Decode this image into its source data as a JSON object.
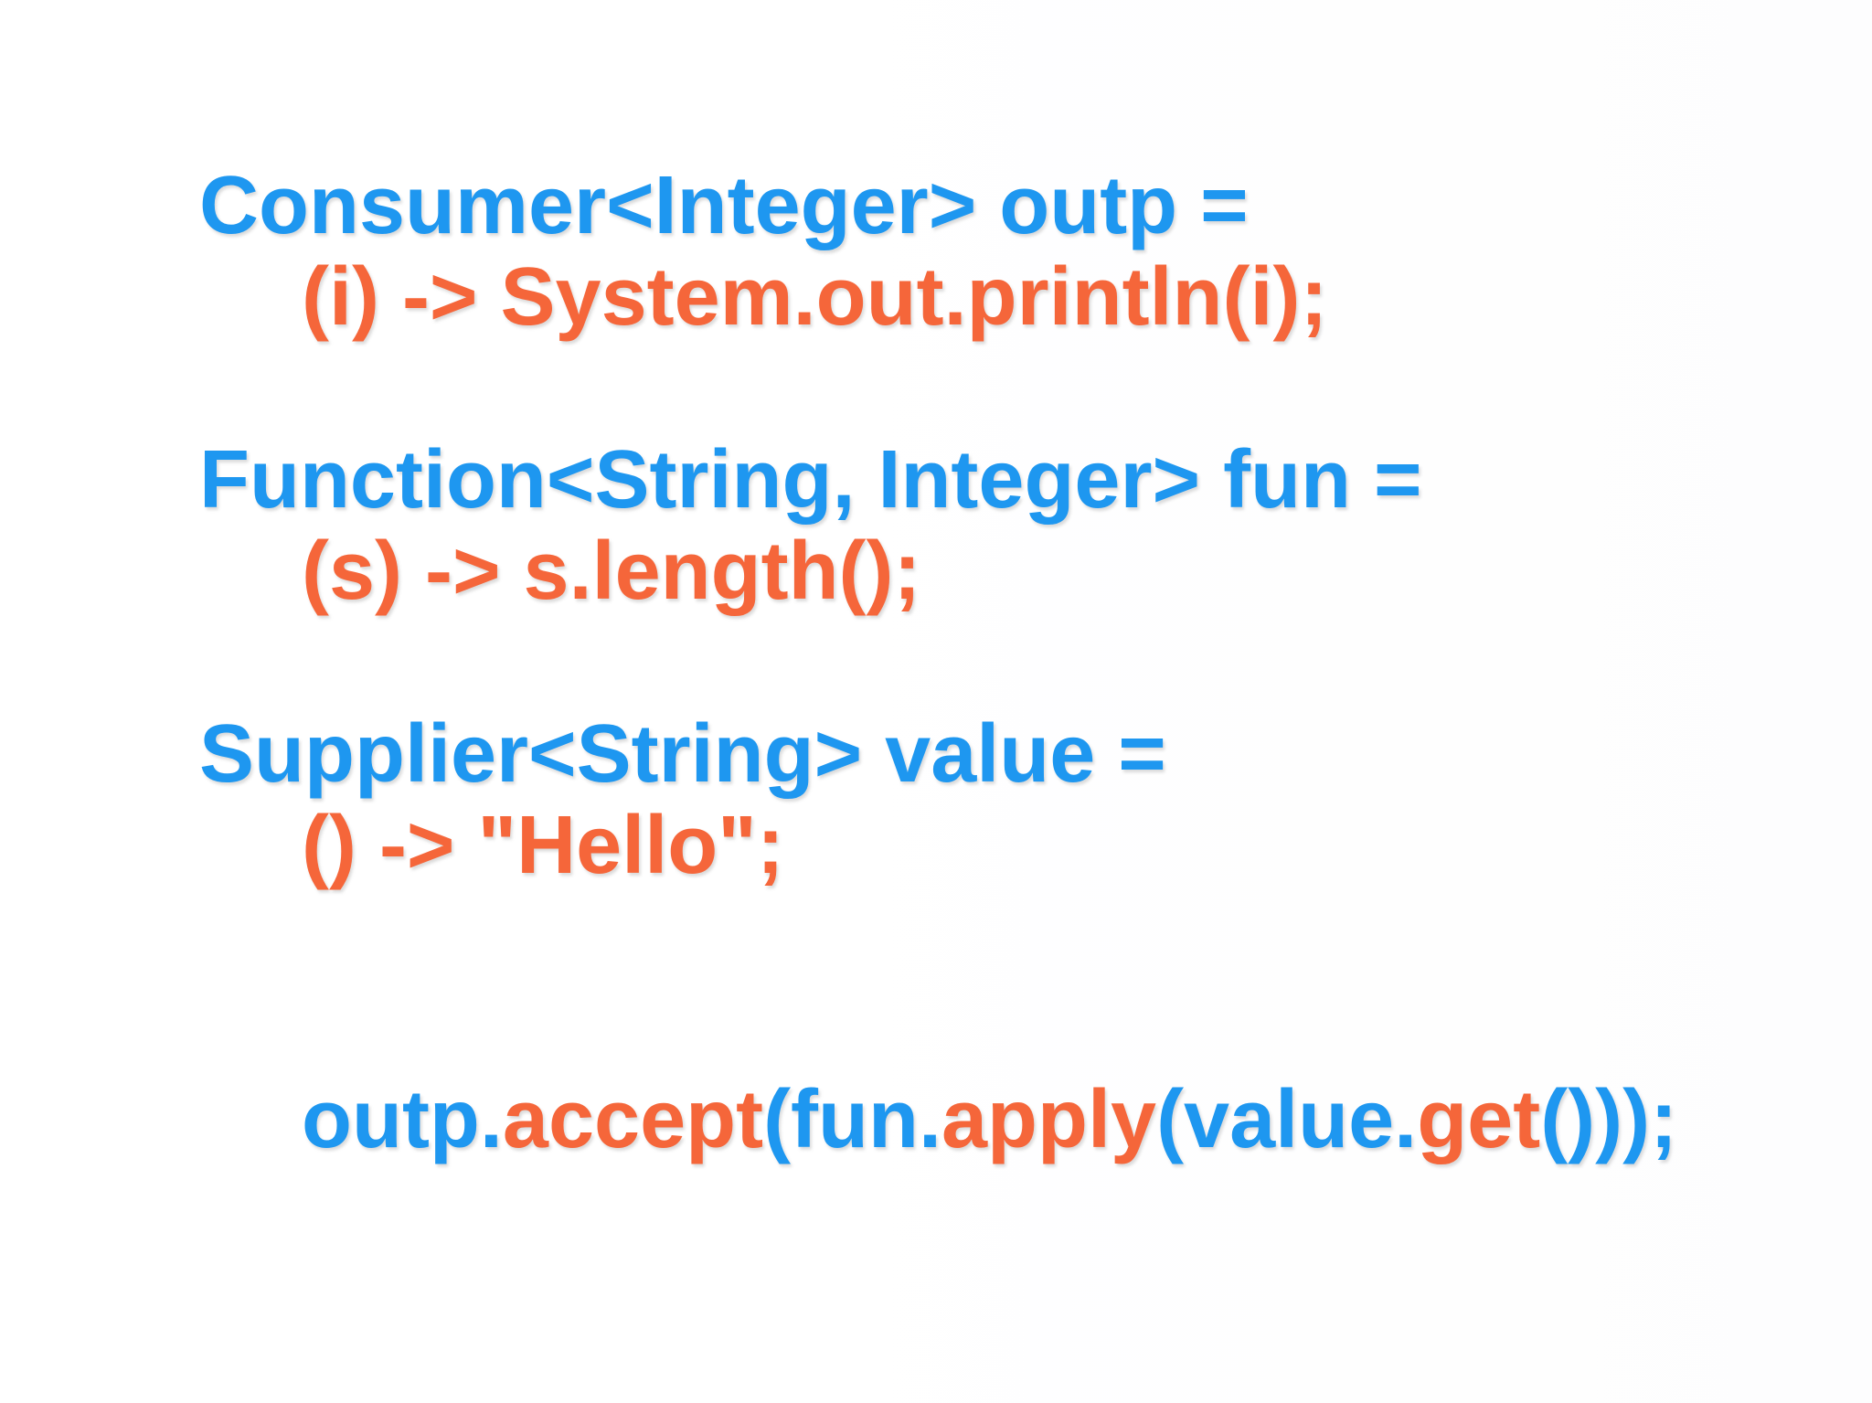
{
  "slide": {
    "background_color": "#ffffff",
    "colors": {
      "declaration_blue": "#1e97f0",
      "lambda_orange": "#f5663a"
    },
    "code_lines": [
      {
        "indent": false,
        "blank": false,
        "segments": [
          {
            "text": "Consumer<Integer> outp =",
            "color": "declaration_blue"
          }
        ]
      },
      {
        "indent": true,
        "blank": false,
        "segments": [
          {
            "text": "(i) -> System.out.println(i);",
            "color": "lambda_orange"
          }
        ]
      },
      {
        "indent": false,
        "blank": true,
        "segments": []
      },
      {
        "indent": false,
        "blank": false,
        "segments": [
          {
            "text": "Function<String, Integer> fun =",
            "color": "declaration_blue"
          }
        ]
      },
      {
        "indent": true,
        "blank": false,
        "segments": [
          {
            "text": "(s) -> s.length();",
            "color": "lambda_orange"
          }
        ]
      },
      {
        "indent": false,
        "blank": true,
        "segments": []
      },
      {
        "indent": false,
        "blank": false,
        "segments": [
          {
            "text": "Supplier<String> value =",
            "color": "declaration_blue"
          }
        ]
      },
      {
        "indent": true,
        "blank": false,
        "segments": [
          {
            "text": "() -> \"Hello\";",
            "color": "lambda_orange"
          }
        ]
      },
      {
        "indent": false,
        "blank": true,
        "segments": []
      },
      {
        "indent": false,
        "blank": true,
        "segments": []
      },
      {
        "indent": true,
        "blank": false,
        "segments": [
          {
            "text": "outp.",
            "color": "declaration_blue"
          },
          {
            "text": "accept",
            "color": "lambda_orange"
          },
          {
            "text": "(fun.",
            "color": "declaration_blue"
          },
          {
            "text": "apply",
            "color": "lambda_orange"
          },
          {
            "text": "(value.",
            "color": "declaration_blue"
          },
          {
            "text": "get",
            "color": "lambda_orange"
          },
          {
            "text": "()));",
            "color": "declaration_blue"
          }
        ]
      }
    ]
  }
}
